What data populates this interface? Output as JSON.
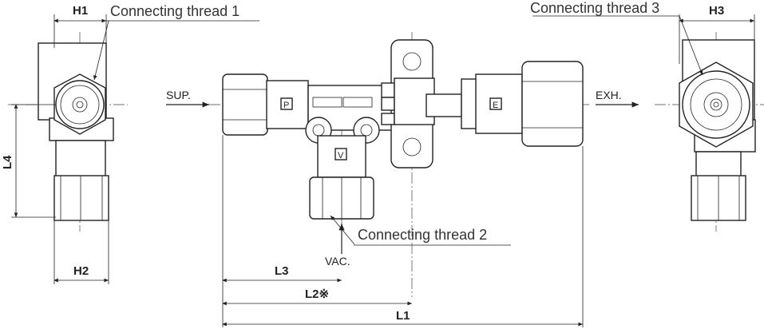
{
  "callouts": {
    "thread1": "Connecting thread 1",
    "thread2": "Connecting thread 2",
    "thread3": "Connecting thread 3"
  },
  "ports": {
    "sup": "SUP.",
    "exh": "EXH.",
    "vac": "VAC."
  },
  "dimensions": {
    "h1": "H1",
    "h2": "H2",
    "h3": "H3",
    "l1": "L1",
    "l2": "L2※",
    "l3": "L3",
    "l4": "L4"
  },
  "body_marks": {
    "p": "P",
    "e": "E",
    "v": "V"
  }
}
